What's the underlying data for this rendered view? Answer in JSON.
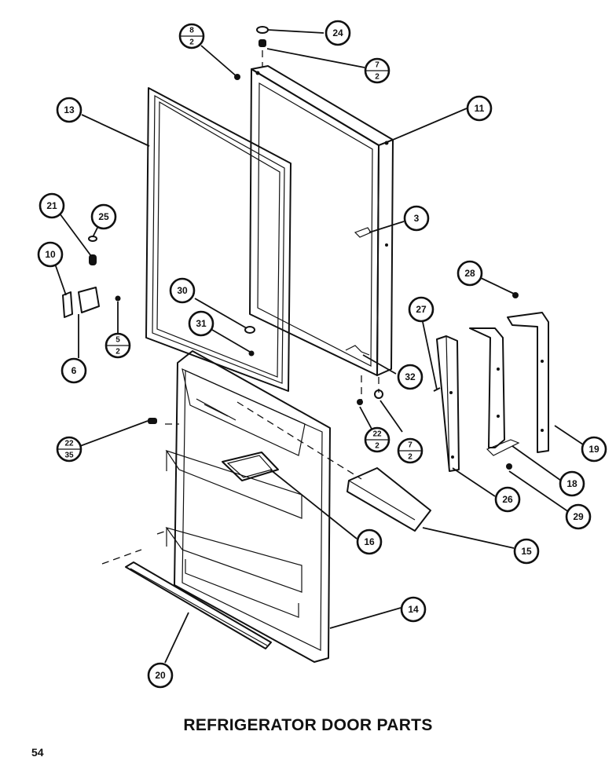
{
  "title": "REFRIGERATOR DOOR PARTS",
  "page_number": "54",
  "callouts": [
    {
      "label": "24"
    },
    {
      "label": "11"
    },
    {
      "label": "13"
    },
    {
      "label": "3"
    },
    {
      "label": "21"
    },
    {
      "label": "25"
    },
    {
      "label": "10"
    },
    {
      "label": "6"
    },
    {
      "label": "30"
    },
    {
      "label": "31"
    },
    {
      "label": "27"
    },
    {
      "label": "28"
    },
    {
      "label": "32"
    },
    {
      "label": "19"
    },
    {
      "label": "26"
    },
    {
      "label": "18"
    },
    {
      "label": "29"
    },
    {
      "label": "16"
    },
    {
      "label": "15"
    },
    {
      "label": "14"
    },
    {
      "label": "20"
    }
  ],
  "fraction_callouts": [
    {
      "top": "8",
      "bottom": "2"
    },
    {
      "top": "7",
      "bottom": "2"
    },
    {
      "top": "5",
      "bottom": "2"
    },
    {
      "top": "22",
      "bottom": "35"
    },
    {
      "top": "22",
      "bottom": "2"
    },
    {
      "top": "7",
      "bottom": "2"
    }
  ]
}
